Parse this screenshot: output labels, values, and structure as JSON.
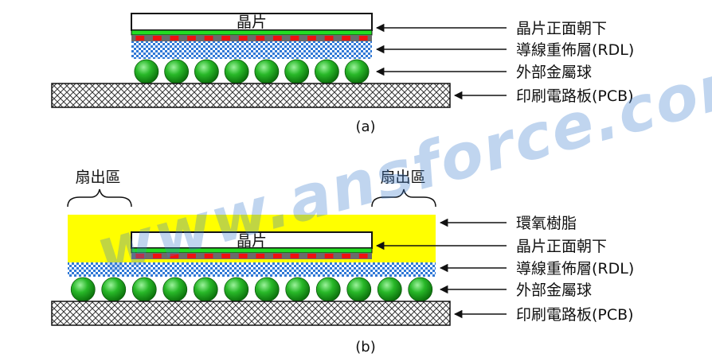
{
  "diagram_a": {
    "chip_text": "晶片",
    "labels": {
      "chip_face_down": "晶片正面朝下",
      "rdl": "導線重佈層(RDL)",
      "balls": "外部金屬球",
      "pcb": "印刷電路板(PCB)"
    },
    "caption": "(a)",
    "ball_count": 8,
    "pad_count": 14
  },
  "diagram_b": {
    "chip_text": "晶片",
    "fanout_left": "扇出區",
    "fanout_right": "扇出區",
    "labels": {
      "epoxy": "環氧樹脂",
      "chip_face_down": "晶片正面朝下",
      "rdl": "導線重佈層(RDL)",
      "balls": "外部金屬球",
      "pcb": "印刷電路板(PCB)"
    },
    "caption": "(b)",
    "ball_count": 12,
    "pad_count": 14
  },
  "watermark": "www.ansforce.com",
  "colors": {
    "chip_active": "#22dd22",
    "pad": "#ee1111",
    "rdl_blue": "#2f78d6",
    "ball": "#1fa31f",
    "epoxy": "#ffff00",
    "pcb_hatch": "#333333",
    "watermark": "#3f7fcf"
  }
}
